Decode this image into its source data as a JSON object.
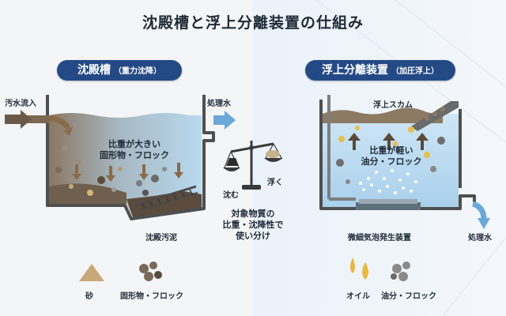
{
  "title": "沈殿槽と浮上分離装置の仕組み",
  "left": {
    "heading": "沈殿槽",
    "heading_sub": "（重力沈降）",
    "inflow": "汚水流入",
    "outflow": "処理水",
    "body_text": "比重が大きい\n固形物・フロック",
    "sludge": "沈殿汚泥"
  },
  "center": {
    "sink": "沈む",
    "float": "浮く",
    "caption": "対象物質の\n比重・沈降性で\n使い分け"
  },
  "right": {
    "heading": "浮上分離装置",
    "heading_sub": "（加圧浮上）",
    "scum": "浮上スカム",
    "body_text": "比重が軽い\n油分・フロック",
    "device": "微細気泡発生装置",
    "outflow": "処理水"
  },
  "legend": {
    "sand": "砂",
    "solids": "固形物・フロック",
    "oil": "オイル",
    "oil_floc": "油分・フロック"
  },
  "colors": {
    "heading_bg": "#244a86",
    "water": "#b9d9ef",
    "sludge": "#6e5f4f",
    "arrow_blue": "#5c9fd3",
    "arrow_brown": "#8b6a4a"
  }
}
